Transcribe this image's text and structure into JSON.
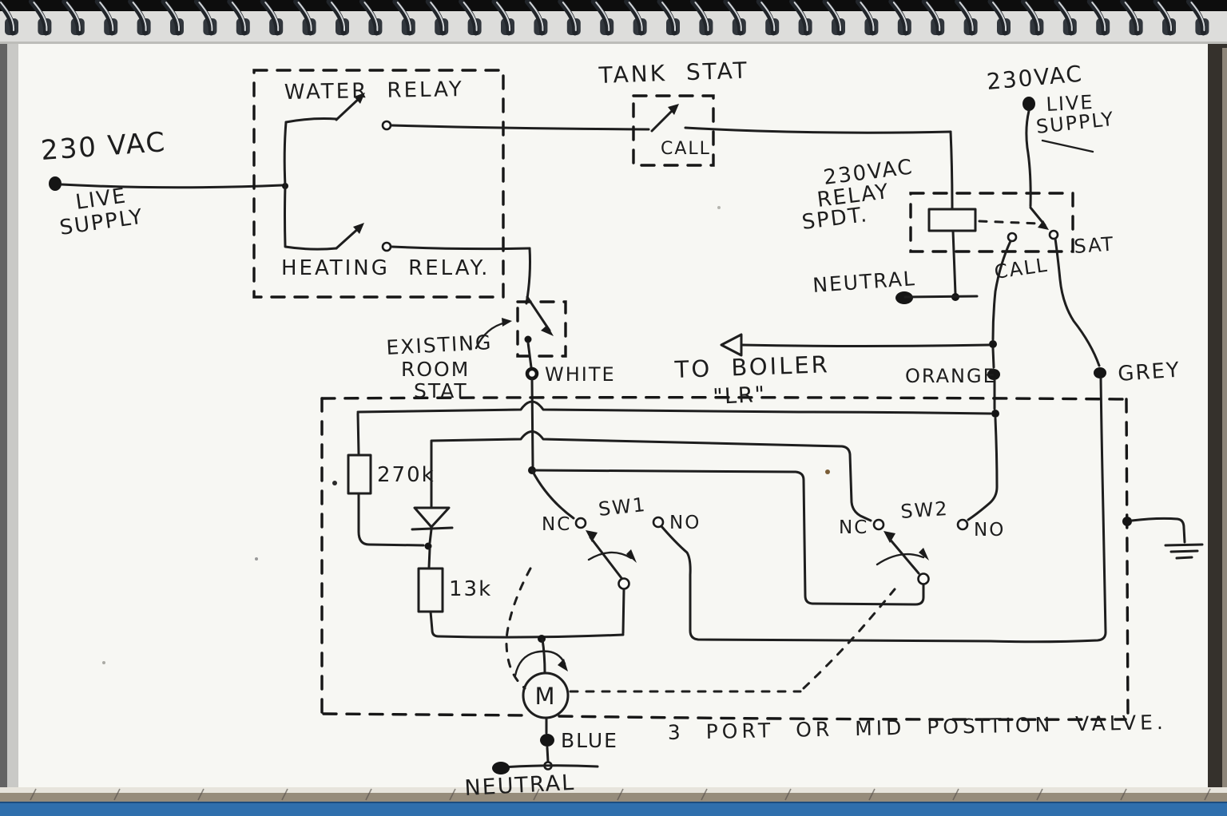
{
  "diagram": {
    "left_supply": {
      "voltage": "230 VAC",
      "line1": "LIVE",
      "line2": "SUPPLY"
    },
    "relay_box": {
      "water_label": "WATER RELAY",
      "heating_label": "HEATING RELAY."
    },
    "tank_stat": {
      "title": "TANK STAT",
      "contact": "CALL"
    },
    "right_supply": {
      "voltage": "230VAC",
      "line1": "LIVE",
      "line2": "SUPPLY"
    },
    "spdt_relay": {
      "spec1": "230VAC",
      "spec2": "RELAY",
      "spec3": "SPDT.",
      "neutral": "NEUTRAL",
      "call": "CALL",
      "sat": "SAT"
    },
    "room_stat": {
      "line1": "EXISTING",
      "line2": "ROOM",
      "line3": "STAT"
    },
    "boiler_link": {
      "line1": "TO BOILER",
      "line2": "\"LR\""
    },
    "wire_labels": {
      "white": "WHITE",
      "orange": "ORANGE",
      "grey": "GREY",
      "blue": "BLUE",
      "neutral": "NEUTRAL"
    },
    "components": {
      "resistor1": "270k",
      "resistor2": "13k",
      "motor": "M"
    },
    "switch1": {
      "name": "SW1",
      "nc": "NC",
      "no": "NO"
    },
    "switch2": {
      "name": "SW2",
      "nc": "NC",
      "no": "NO"
    },
    "caption": "3 PORT OR MID POSITION VALVE."
  }
}
